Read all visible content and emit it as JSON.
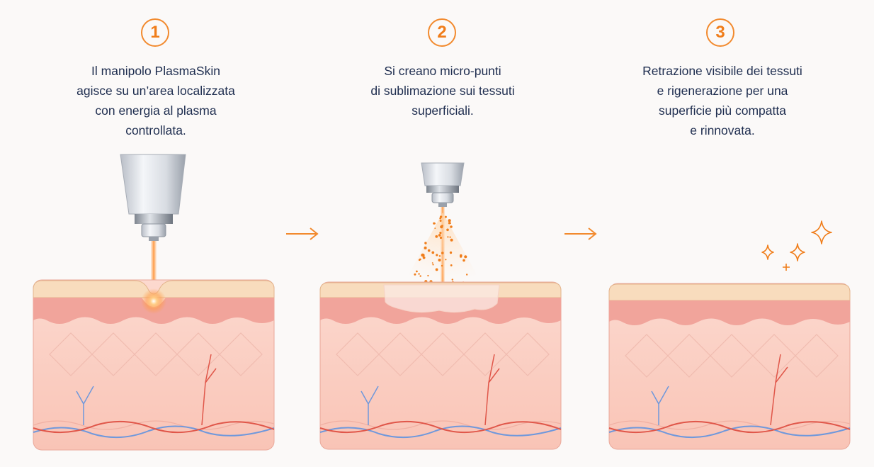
{
  "colors": {
    "accent": "#f28a2e",
    "text": "#1e2d4f",
    "skin_top": "#f6d5b8",
    "epidermis": "#f3a8a0",
    "dermis": "#fbd2c8",
    "vein": "#6f98dc",
    "artery": "#e0574a"
  },
  "steps": [
    {
      "number": "1",
      "lines": [
        "Il manipolo PlasmaSkin",
        "agisce su un’area localizzata",
        "con energia al plasma",
        "controllata."
      ]
    },
    {
      "number": "2",
      "lines": [
        "Si creano micro-punti",
        "di sublimazione sui tessuti",
        "superficiali."
      ]
    },
    {
      "number": "3",
      "lines": [
        "Retrazione visibile dei tessuti",
        "e rigenerazione per una",
        "superficie più compatta",
        "e rinnovata."
      ]
    }
  ],
  "arrows": [
    "→",
    "→"
  ],
  "icons": [
    "handpiece-icon",
    "arrow-right-icon",
    "sparkle-icon"
  ]
}
